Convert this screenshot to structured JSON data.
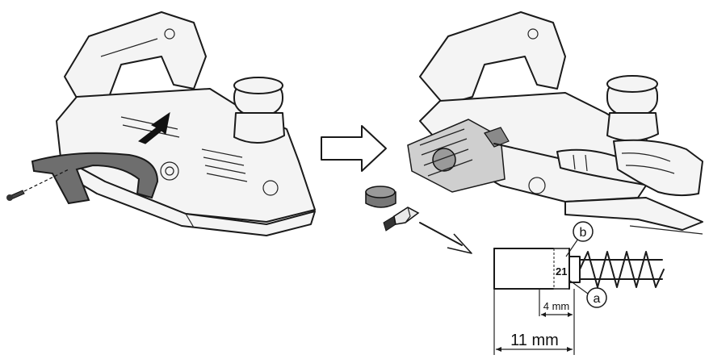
{
  "callouts": {
    "b": "b",
    "a": "a",
    "part_number": "21"
  },
  "dimensions": {
    "small": "4 mm",
    "large": "11 mm"
  }
}
